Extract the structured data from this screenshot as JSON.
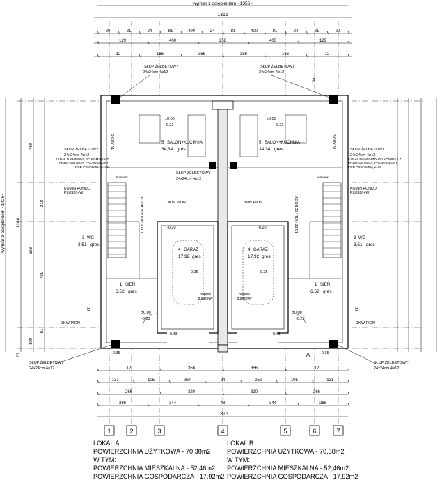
{
  "top_dims": {
    "overall_label": "wymiar z ociepleniem ~1356~",
    "overall": "1316",
    "row1": [
      "20",
      "81",
      "24",
      "81",
      "400",
      "24",
      "81",
      "400",
      "81",
      "24",
      "81",
      "20"
    ],
    "row2": [
      "129",
      "400",
      "258",
      "400",
      "129"
    ],
    "row3": [
      "12",
      "166",
      "356",
      "356",
      "166",
      "12"
    ]
  },
  "bottom_dims": {
    "row1": [
      "12",
      "356",
      "356",
      "12"
    ],
    "row2": [
      "131",
      "105",
      "250",
      "24",
      "250",
      "105",
      "131"
    ],
    "row3": [
      "266",
      "320",
      "320",
      "266"
    ],
    "row4": [
      "266",
      "344",
      "48",
      "344",
      "266"
    ],
    "overall": "1316"
  },
  "left_dims": {
    "overall_label": "wymiar z ociepleniem ~1426~",
    "outer": "1286",
    "values": [
      "460",
      "218",
      "693",
      "499",
      "61",
      "100",
      "20"
    ]
  },
  "axes": [
    "1",
    "2",
    "3",
    "4",
    "5",
    "6",
    "7"
  ],
  "rooms": [
    {
      "num": "5",
      "name": "SALON+KUCHNIA",
      "area": "34,34",
      "floor": "gres"
    },
    {
      "num": "5",
      "name": "SALON+KUCHNIA",
      "area": "34,34",
      "floor": "gres"
    },
    {
      "num": "4",
      "name": "GARAŻ",
      "area": "17,92",
      "floor": "gres"
    },
    {
      "num": "4",
      "name": "GARAŻ",
      "area": "17,92",
      "floor": "gres"
    },
    {
      "num": "3",
      "name": "WC",
      "area": "3,51",
      "floor": "gres"
    },
    {
      "num": "3",
      "name": "WC",
      "area": "3,51",
      "floor": "gres"
    },
    {
      "num": "1",
      "name": "SIEŃ",
      "area": "6,52",
      "floor": "gres"
    },
    {
      "num": "1",
      "name": "SIEŃ",
      "area": "6,52",
      "floor": "gres"
    }
  ],
  "labels": {
    "slup": "SŁUP ŻELBETOWY",
    "slup_dim": "24x24cm 4⌀12",
    "kanal": "KANAŁ NAWIEWNY DO KOMINKA Z PRZEPUSTNICĄ, PROWADZONY POD POSADZKĄ ⌀160",
    "komin": "KOMIN RONDO PLUS20+W",
    "pion": "3KW PION",
    "schody": "10,09 HOL+SCHODY",
    "gres": "gres",
    "odplyw": "odpływ punktowy",
    "tv": "TV AUDIO",
    "kominek": "kominek",
    "level0": "±0.00",
    "lvl023": "-0.23",
    "lvl020": "-0.20",
    "lvl025": "-0.25",
    "lvl043": "-0.43",
    "lvl035": "-0.35",
    "sec_a": "A",
    "sec_b": "B"
  },
  "legend_a": {
    "title": "LOKAL A:",
    "line1": "POWIERZCHNIA UŻYTKOWA - 70,38m2",
    "line2": "W TYM:",
    "line3": "POWIERZCHNIA MIESZKALNA - 52,46m2",
    "line4": "POWIERZCHNIA GOSPODARCZA - 17,92m2"
  },
  "legend_b": {
    "title": "LOKAL B:",
    "line1": "POWIERZCHNIA UŻYTKOWA - 70,38m2",
    "line2": "W TYM:",
    "line3": "POWIERZCHNIA MIESZKALNA - 52,46m2",
    "line4": "POWIERZCHNIA GOSPODARCZA - 17,92m2"
  }
}
